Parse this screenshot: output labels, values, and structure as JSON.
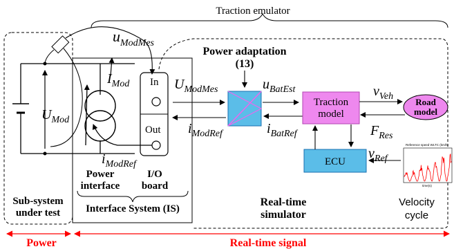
{
  "title": "Traction emulator",
  "signals": {
    "u_mod_mes": {
      "base": "u",
      "sub": "ModMes"
    },
    "U_mod_mes": {
      "base": "U",
      "sub": "ModMes"
    },
    "u_bat_est": {
      "base": "u",
      "sub": "BatEst"
    },
    "i_mod_ref_io": {
      "base": "i",
      "sub": "ModRef"
    },
    "i_mod_ref_coil": {
      "base": "i",
      "sub": "ModRef"
    },
    "i_bat_ref": {
      "base": "i",
      "sub": "BatRef"
    },
    "I_mod": {
      "base": "I",
      "sub": "Mod"
    },
    "U_mod": {
      "base": "U",
      "sub": "Mod"
    },
    "v_veh": {
      "base": "v",
      "sub": "Veh"
    },
    "F_res": {
      "base": "F",
      "sub": "Res"
    },
    "v_ref": {
      "base": "v",
      "sub": "Ref"
    }
  },
  "blocks": {
    "power_adaptation_line1": "Power adaptation",
    "power_adaptation_line2": "(13)",
    "traction_model_line1": "Traction",
    "traction_model_line2": "model",
    "road_model_line1": "Road",
    "road_model_line2": "model",
    "ecu": "ECU",
    "io_in": "In",
    "io_out": "Out"
  },
  "labels": {
    "subsystem_line1": "Sub-system",
    "subsystem_line2": "under test",
    "power_interface_line1": "Power",
    "power_interface_line2": "interface",
    "io_board_line1": "I/O",
    "io_board_line2": "board",
    "interface_system": "Interface System (IS)",
    "real_time_simulator_line1": "Real-time",
    "real_time_simulator_line2": "simulator",
    "velocity_cycle_line1": "Velocity",
    "velocity_cycle_line2": "cycle",
    "power_domain": "Power",
    "real_time_signal_domain": "Real-time signal"
  },
  "velocity_thumbnail": {
    "title": "Reference speed WLTC (km/h)",
    "x_label": "time(s)"
  },
  "colors": {
    "block_fill": "#ee88ee",
    "ecu_fill": "#5bbde8",
    "adapter_fill": "#5bbde8",
    "adapter_diag": "#ee66ee",
    "domain_red": "#ff0000",
    "cycle_trace": "#ff0000"
  }
}
